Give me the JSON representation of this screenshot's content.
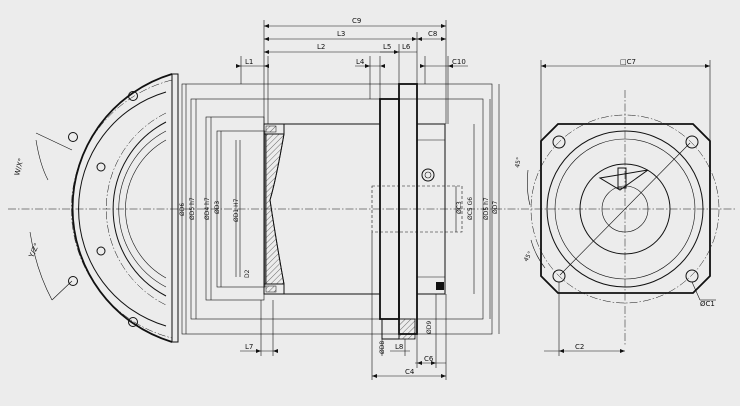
{
  "drawing": {
    "side_view": {
      "labels": {
        "angle_x": "W/X°",
        "angle_y": "Y/Z°"
      }
    },
    "section_view": {
      "horizontal_dims": {
        "c9": "C9",
        "l3": "L3",
        "c8": "C8",
        "l2": "L2",
        "l5": "L5",
        "l6": "L6",
        "l1": "L1",
        "l4": "L4",
        "c10": "C10",
        "l7": "L7",
        "l8": "L8",
        "c6": "C6",
        "c4": "C4"
      },
      "vertical_dims": {
        "d6": "ØD6",
        "d5": "ØD5 h7",
        "d4": "ØD4 h7",
        "d3": "ØD3",
        "d1": "ØD1 H7",
        "d2": "D2",
        "c3": "ØC3",
        "c5": "ØC5 G6",
        "c5b": "ØD5 h7",
        "d7": "ØD7",
        "d8": "ØD8",
        "d9": "ØD9"
      }
    },
    "front_view": {
      "labels": {
        "c7": "□C7",
        "c2": "C2",
        "c1": "ØC1",
        "angle_45": "45°",
        "angle_45b": "45°"
      }
    }
  }
}
